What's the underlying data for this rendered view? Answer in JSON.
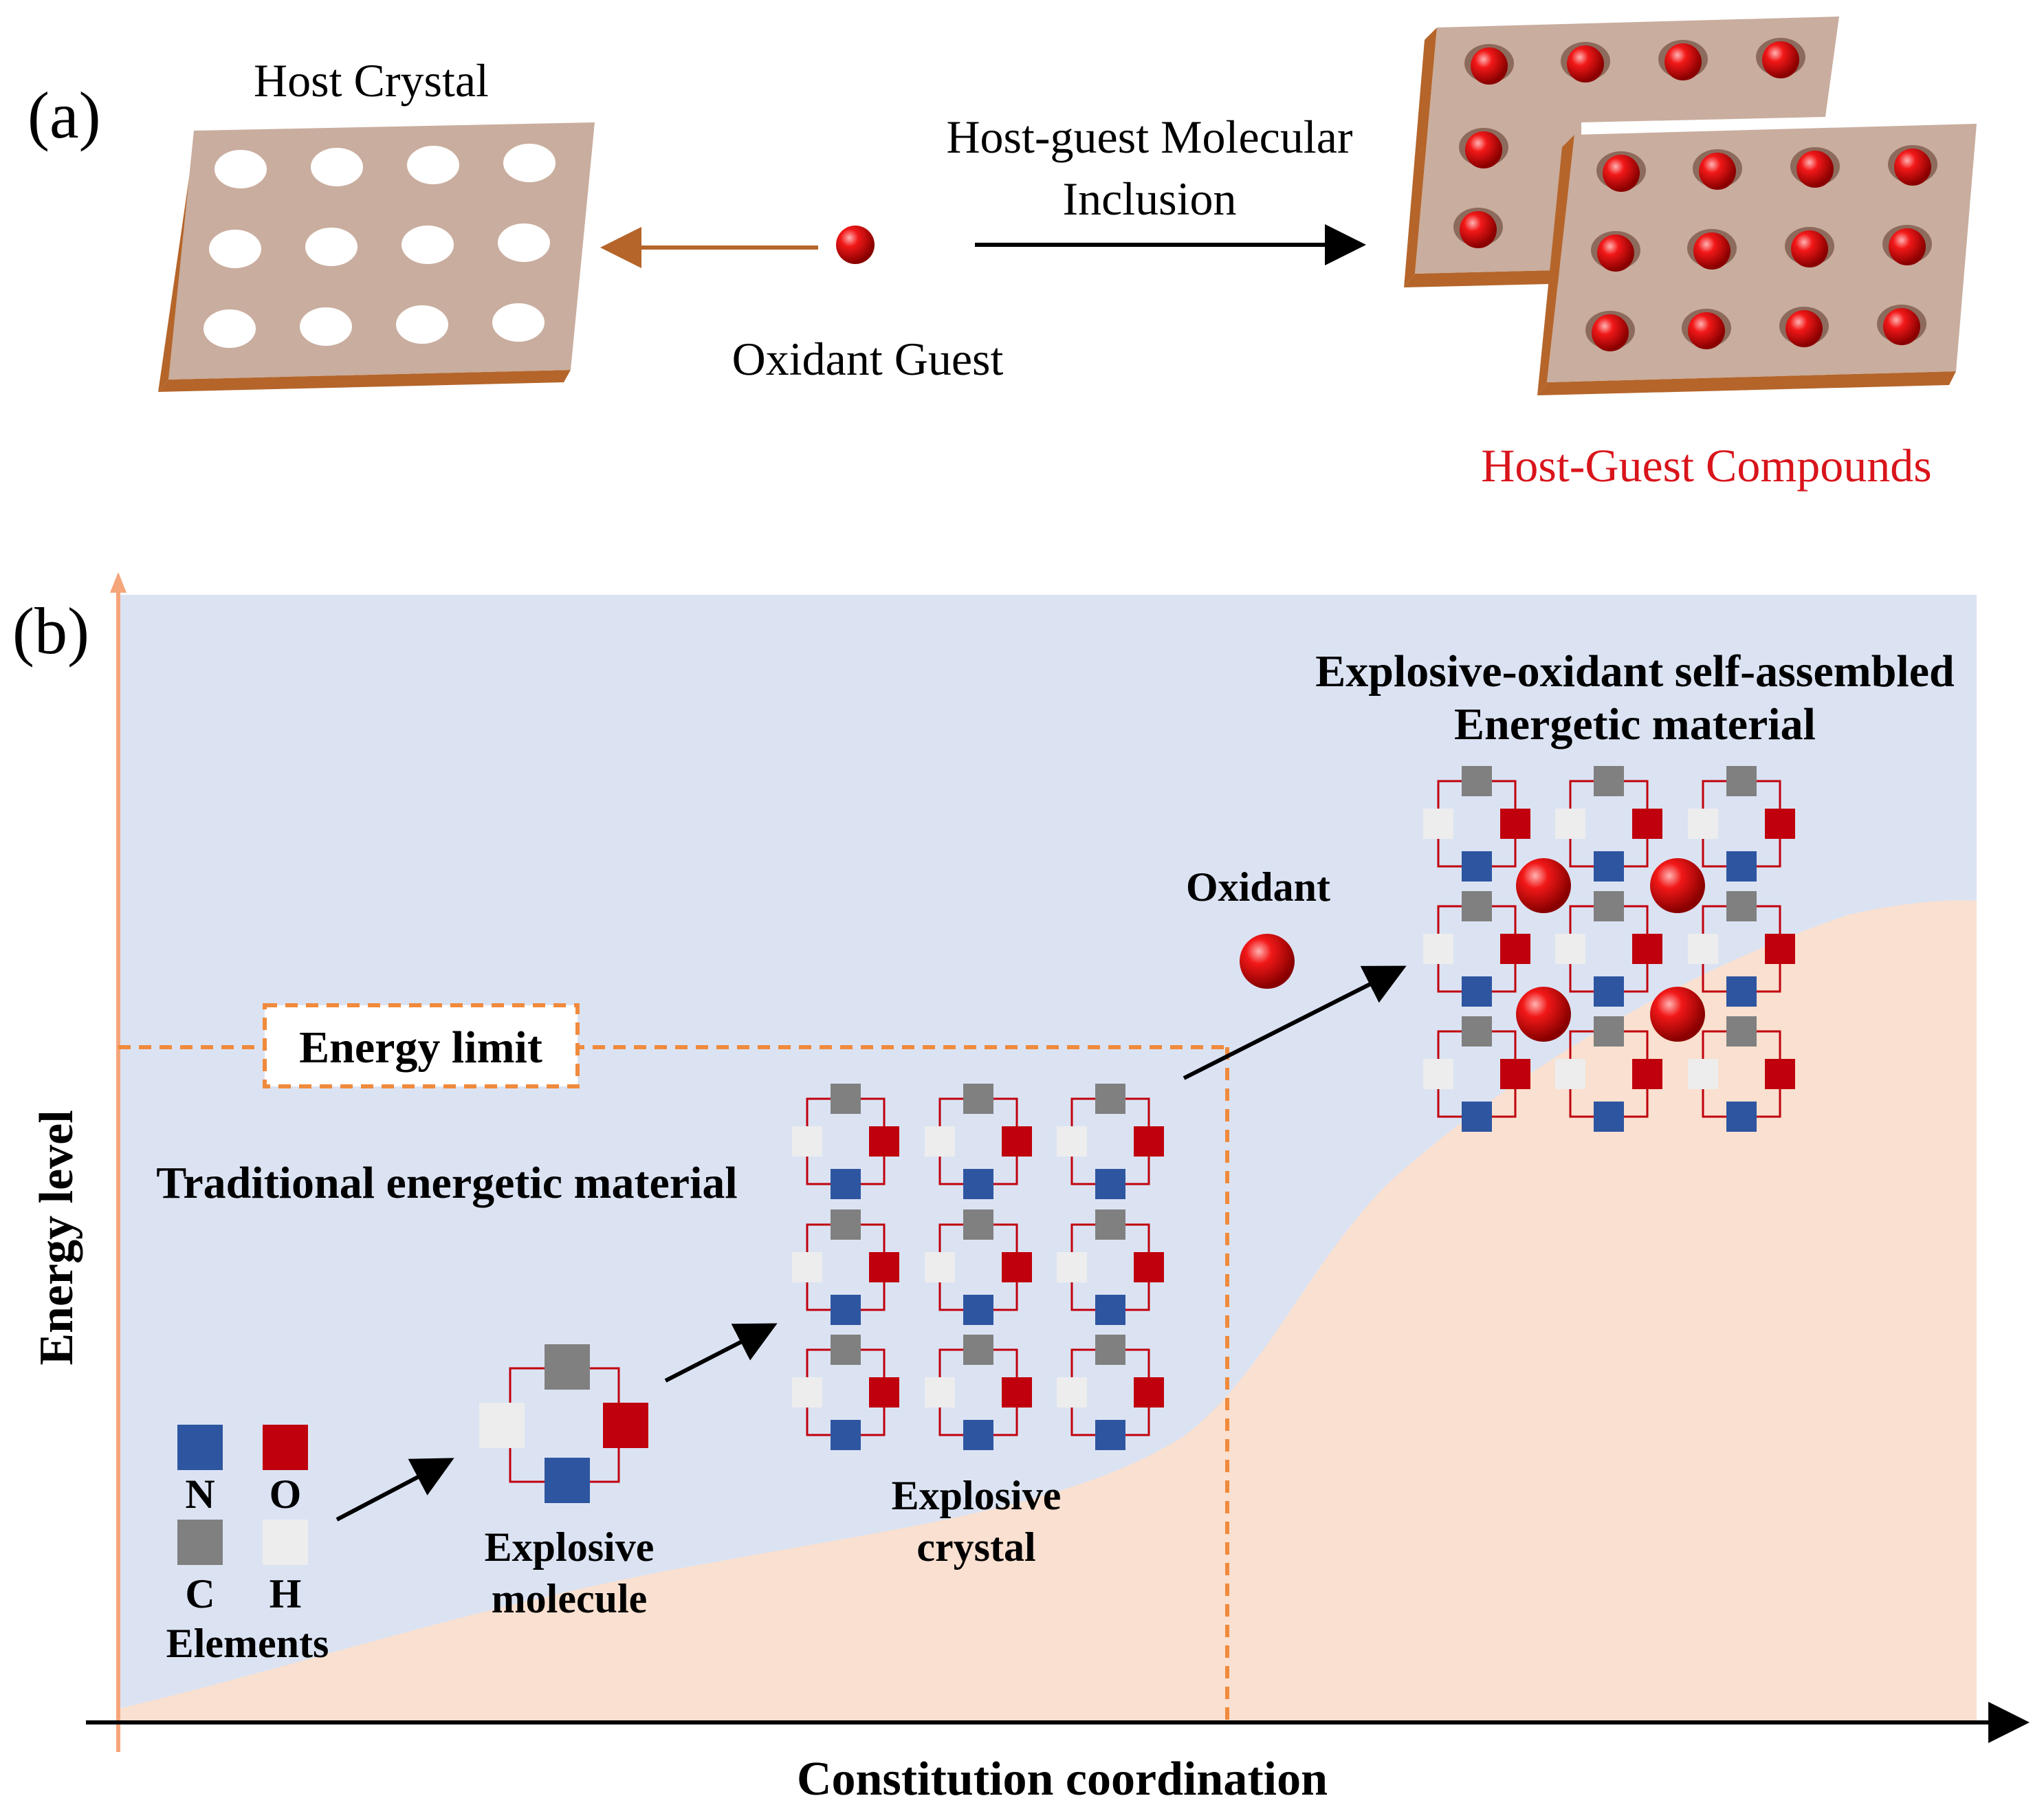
{
  "panel_a": {
    "label": "(a)",
    "host_crystal_label": "Host Crystal",
    "oxidant_guest_label": "Oxidant Guest",
    "inclusion_label_line1": "Host-guest Molecular",
    "inclusion_label_line2": "Inclusion",
    "compounds_label": "Host-Guest Compounds"
  },
  "panel_b": {
    "label": "(b)",
    "y_axis_label": "Energy  level",
    "x_axis_label": "Constitution  coordination",
    "energy_limit_label": "Energy limit",
    "traditional_label": "Traditional energetic material",
    "self_assembled_line1": "Explosive-oxidant self-assembled",
    "self_assembled_line2": "Energetic material",
    "oxidant_label": "Oxidant",
    "explosive_molecule_line1": "Explosive",
    "explosive_molecule_line2": "molecule",
    "explosive_crystal_line1": "Explosive",
    "explosive_crystal_line2": "crystal",
    "elements_title": "Elements",
    "elements": [
      {
        "symbol": "N",
        "color": "#2e55a0"
      },
      {
        "symbol": "O",
        "color": "#c0000c"
      },
      {
        "symbol": "C",
        "color": "#808080"
      },
      {
        "symbol": "H",
        "color": "#ededed"
      }
    ]
  },
  "colors": {
    "host_plate": "#c9ad9e",
    "host_edge": "#b5652a",
    "oxidant_red": "#e00000",
    "compounds_text": "#d9141b",
    "bg_blue": "#dbe3f3",
    "bg_peach": "#f9e0d0",
    "energy_orange": "#f08a3c",
    "axis_orange": "#f5a57a"
  }
}
